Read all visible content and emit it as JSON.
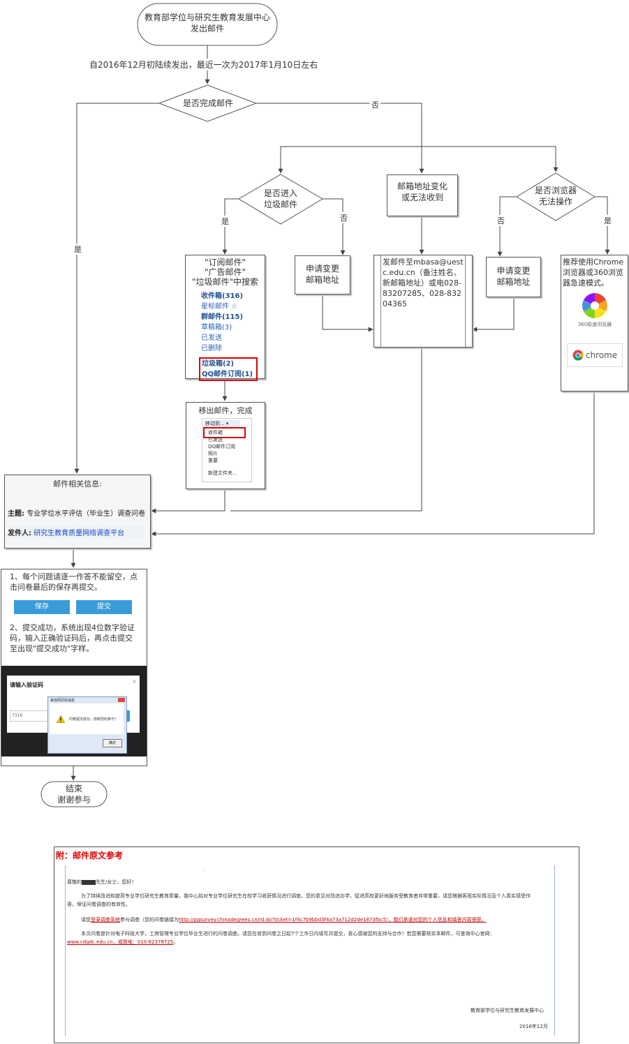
{
  "start": {
    "line1": "教育部学位与研究生教育发展中心",
    "line2": "发出邮件"
  },
  "send_note": "自2016年12月初陆续发出，最近一次为2017年1月10日左右",
  "decision_completed": "是否完成邮件",
  "label_no_main": "否",
  "label_yes_main": "是",
  "decision_spam": {
    "line1": "是否进入",
    "line2": "垃圾邮件"
  },
  "label_spam_yes": "是",
  "label_spam_no": "否",
  "email_change": {
    "line1": "邮箱地址变化",
    "line2": "或无法收到"
  },
  "decision_browser": {
    "line1": "是否浏览器",
    "line2": "无法操作"
  },
  "label_browser_no": "否",
  "label_browser_yes": "是",
  "search_box": {
    "lines": [
      "\"订阅邮件\"",
      "\"广告邮件\"",
      "\"垃圾邮件\"中搜索"
    ],
    "menu": [
      "收件箱(316)",
      "星标邮件 ☆",
      "群邮件(115)",
      "草稿箱(3)",
      "已发送",
      "已删除",
      "垃圾箱(2)",
      "QQ邮件订阅(1)"
    ]
  },
  "apply_change_1": {
    "line1": "申请变更",
    "line2": "邮箱地址"
  },
  "send_mail_box": "发邮件至mbasa@uestc.edu.cn（备注姓名、新邮箱地址）或电028-83207285、028-83204365",
  "apply_change_2": {
    "line1": "申请变更",
    "line2": "邮箱地址"
  },
  "recommend_box": {
    "text": "推荐使用Chrome浏览器或360浏览器急速模式。",
    "logo_360": "360极速浏览器",
    "logo_chrome": "chrome"
  },
  "move_box": {
    "title": "移出邮件，完成",
    "dropdown": "移动到... ▾",
    "options": [
      "收件箱",
      "已发送",
      "QQ邮件订阅",
      "照片",
      "重要",
      "新建文件夹..."
    ]
  },
  "mail_info": {
    "title": "邮件相关信息:",
    "subject_label": "主题:",
    "subject_value": "专业学位水平评估（毕业生）调查问卷",
    "sender_label": "发件人:",
    "sender_value": "研究生教育质量网络调查平台"
  },
  "instructions": {
    "step1": "1、每个问题请逐一作答不能留空，点击问卷最后的保存再提交。",
    "save_button": "保存",
    "submit_button": "提交",
    "step2": "2、提交成功，系统出现4位数字验证码，输入正确验证码后，再点击提交至出现\"提交成功\"字样。",
    "verify_title": "请输入验证码",
    "close_x": "×",
    "code_value": "7316",
    "dialog_title": "来自网页的消息",
    "dialog_message": "问卷提交成功，感谢您的参与！",
    "dialog_ok": "确定"
  },
  "end": {
    "line1": "结束",
    "line2": "谢谢参与"
  },
  "reference": {
    "heading": "附：邮件原文参考",
    "dot": ".",
    "greeting_prefix": "尊敬的",
    "greeting_suffix": "先生/女士，您好！",
    "p1": "为了持续改进和提高专业学位研究生教育质量，我中心拟对专业学位研究生在校学习收获情况进行调查。您的意见对改进办学，促进高校更好地服务受教育者非常重要，请您根据客观实际情况及个人真实感受作答，保证问卷调查的有效性。",
    "p2_prefix": "请您",
    "p2_link1": "登录调查系统",
    "p2_mid": "参与调查（您的问卷链接为",
    "p2_link2": "http://pgsurvey.chinadegrees.cn/rd.do?ticket=1f4c7b9bbd3f4a73a712d2de1873fbc5",
    "p2_suffix": "），我们承诺对您的个人信息和填答内容保密。",
    "p3_prefix": "本次问卷是针对电子科技大学，工商管理专业学位毕业生进行的问卷调查。请您在收到问卷之日起7个工作日内填写并提交，衷心感谢您的支持与合作！若您需要核实本邮件，可查询中心官网：",
    "p3_link": "www.cdgdc.edu.cn，或致电：010-82378725",
    "p3_end": "。",
    "signature": "教育部学位与研究生教育发展中心",
    "date": "2016年12月"
  }
}
